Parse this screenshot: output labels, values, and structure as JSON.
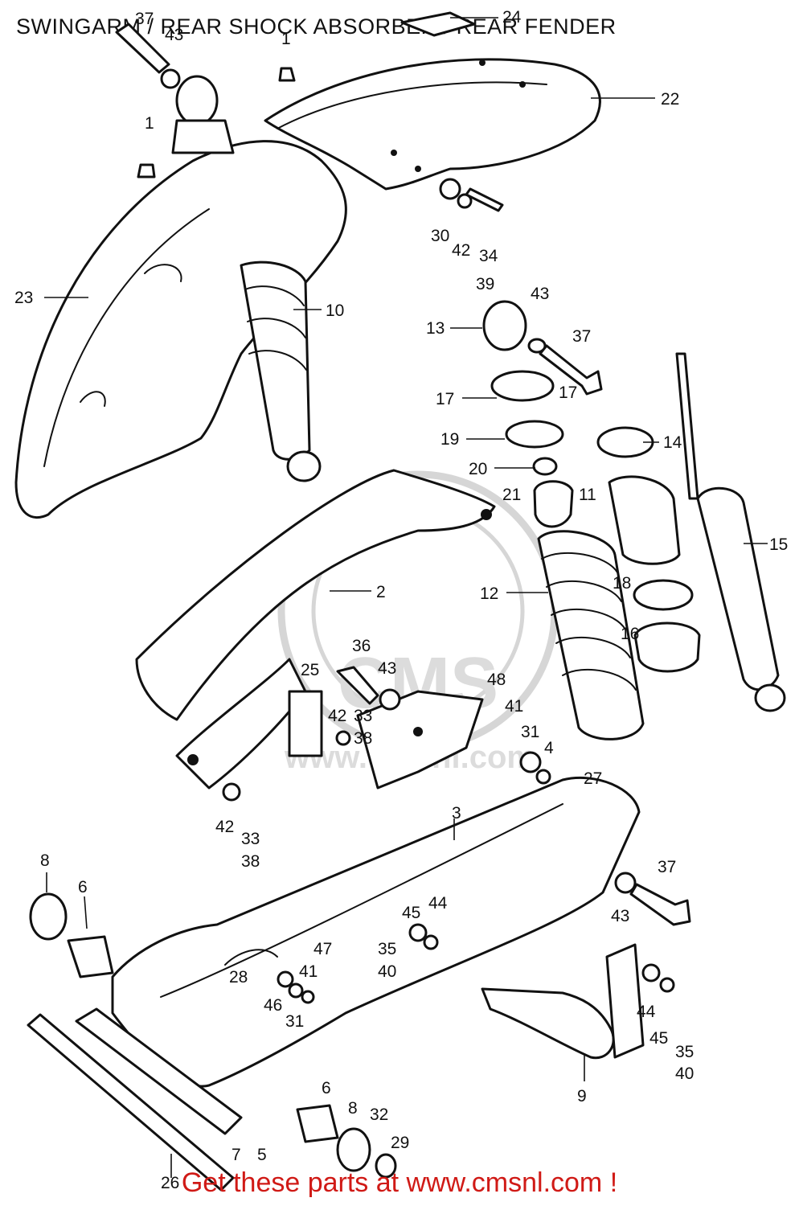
{
  "diagram": {
    "title": "SWINGARM / REAR SHOCK ABSORBER / REAR FENDER",
    "footer": "Get these parts at www.cmsnl.com !",
    "watermark": {
      "logo_text": "CMS",
      "url_text": "www.cmsnl.com"
    },
    "colors": {
      "footer": "#d01a16",
      "ink": "#111111",
      "watermark": "#d6d6d6"
    }
  },
  "callouts": [
    "37",
    "43",
    "1",
    "24",
    "1",
    "22",
    "23",
    "10",
    "30",
    "42",
    "34",
    "39",
    "13",
    "43",
    "37",
    "17",
    "17",
    "19",
    "14",
    "20",
    "21",
    "11",
    "15",
    "2",
    "12",
    "18",
    "16",
    "36",
    "43",
    "25",
    "42",
    "33",
    "38",
    "48",
    "41",
    "31",
    "4",
    "27",
    "42",
    "33",
    "38",
    "3",
    "8",
    "6",
    "37",
    "43",
    "45",
    "44",
    "47",
    "35",
    "40",
    "28",
    "41",
    "46",
    "31",
    "44",
    "45",
    "35",
    "40",
    "9",
    "6",
    "8",
    "32",
    "29",
    "7",
    "5",
    "26"
  ]
}
